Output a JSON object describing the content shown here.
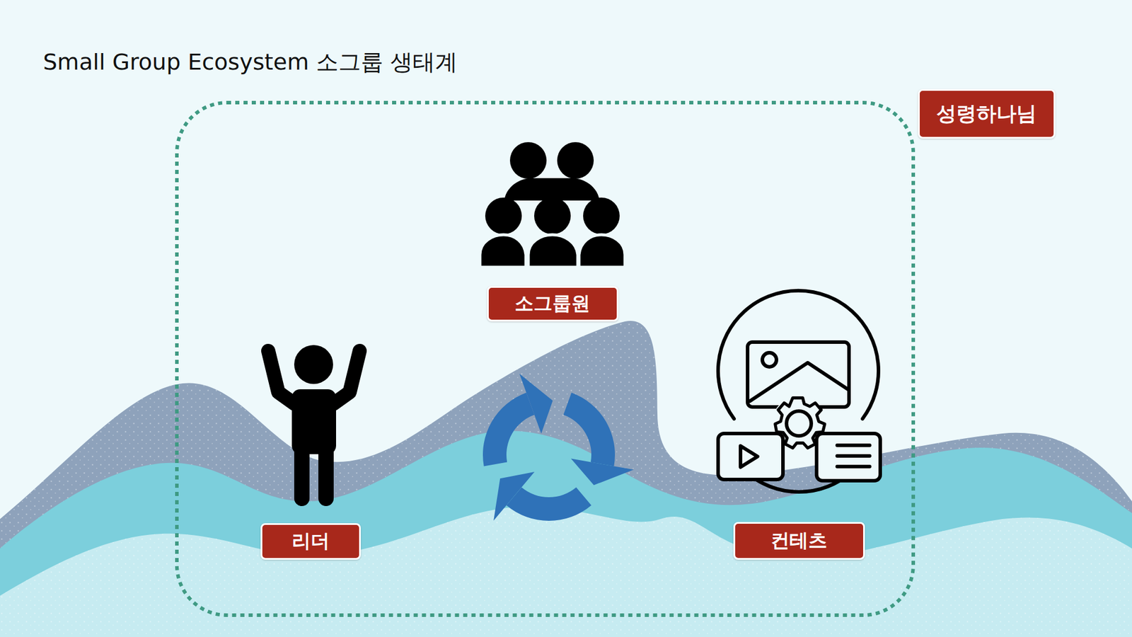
{
  "diagram": {
    "title": "Small Group Ecosystem 소그룹 생태계",
    "nodes": [
      {
        "text": [
          "성령하나님"
        ]
      },
      {
        "text": [
          "소그룹원"
        ]
      },
      {
        "text": [
          "리더"
        ]
      },
      {
        "text": [
          "컨테츠"
        ]
      }
    ]
  }
}
